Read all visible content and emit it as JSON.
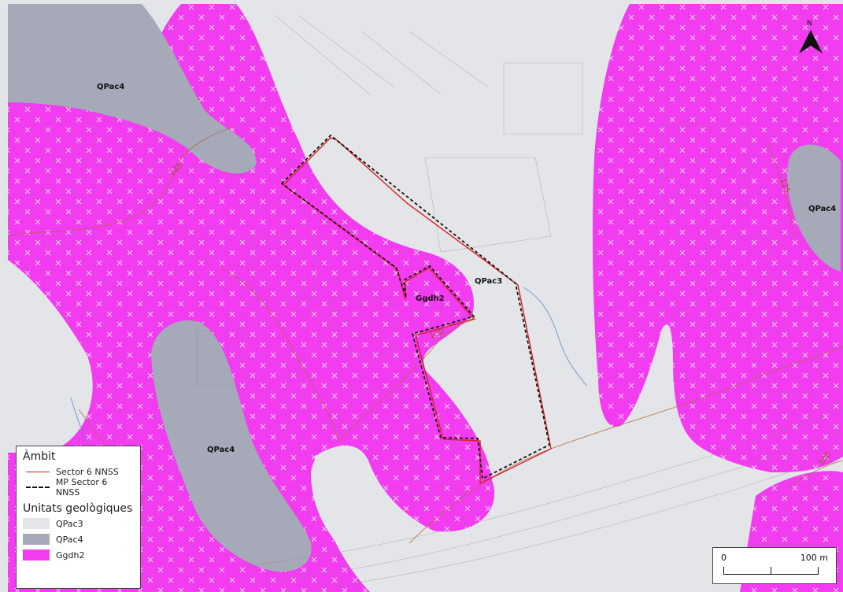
{
  "map": {
    "north_label": "N",
    "unit_labels": [
      "QPac4",
      "QPac4",
      "QPac4",
      "QPac3",
      "Ggdh2"
    ],
    "contour_labels": [
      "125",
      "125",
      "100",
      "100"
    ]
  },
  "legend": {
    "title_ambit": "Àmbit",
    "ambit_items": [
      {
        "label": "Sector 6 NNSS",
        "symbol": "solid-red-line"
      },
      {
        "label": "MP Sector 6 NNSS",
        "symbol": "dashed-black-line"
      }
    ],
    "title_units": "Unitats geològiques",
    "unit_items": [
      {
        "label": "QPac3",
        "color": "#e3e5e8"
      },
      {
        "label": "QPac4",
        "color": "#a5a9b8"
      },
      {
        "label": "Ggdh2",
        "color": "#f23cf0"
      }
    ]
  },
  "scalebar": {
    "start_label": "0",
    "end_label": "100 m"
  },
  "colors": {
    "qpac3": "#e3e5e8",
    "qpac4": "#a5a9b8",
    "ggdh2": "#f23cf0",
    "sector_line": "#d42020",
    "mp_line": "#111111",
    "contour": "#b06a40"
  }
}
